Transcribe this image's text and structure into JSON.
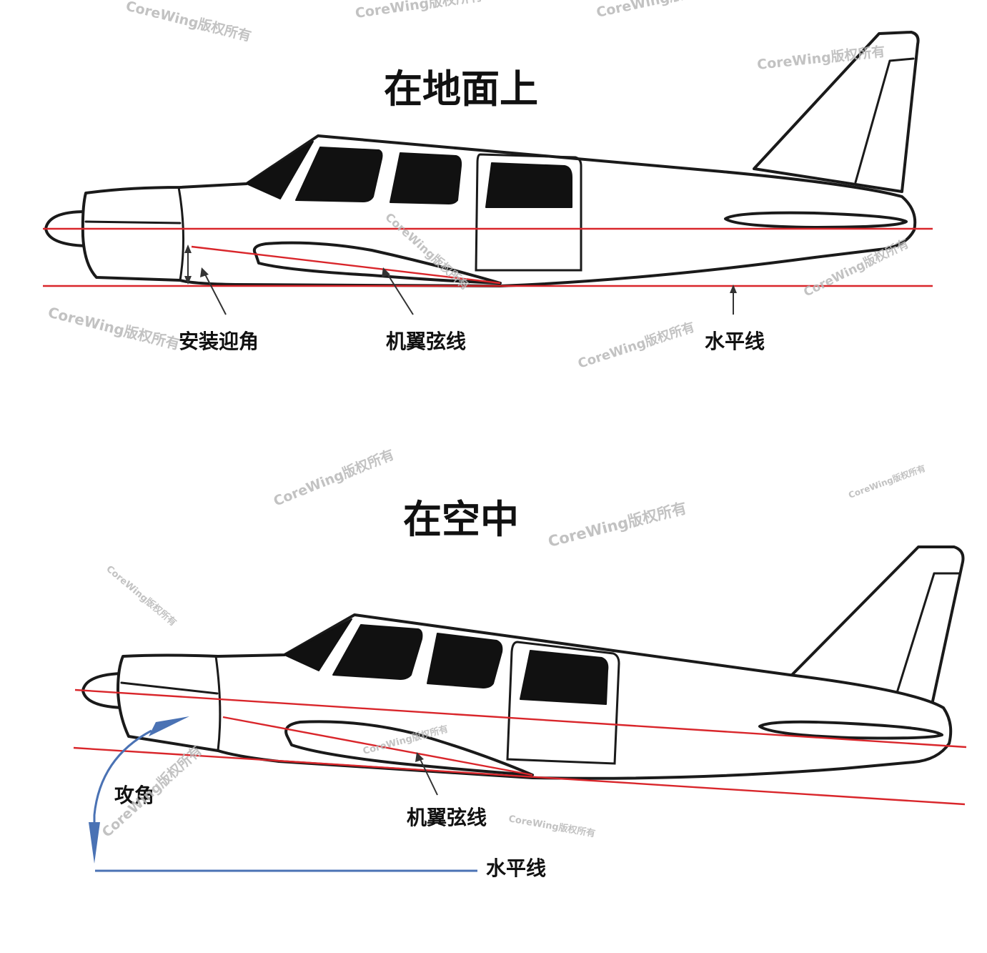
{
  "ground": {
    "title": "在地面上",
    "labels": {
      "incidence": "安装迎角",
      "chord": "机翼弦线",
      "horizon": "水平线"
    }
  },
  "air": {
    "title": "在空中",
    "labels": {
      "aoa": "攻角",
      "chord": "机翼弦线",
      "horizon": "水平线"
    }
  },
  "watermark": "CoreWing版权所有",
  "colors": {
    "reference_line": "#d9262b",
    "horizon_arrow": "#4a72b4",
    "outline": "#1a1a1a"
  }
}
